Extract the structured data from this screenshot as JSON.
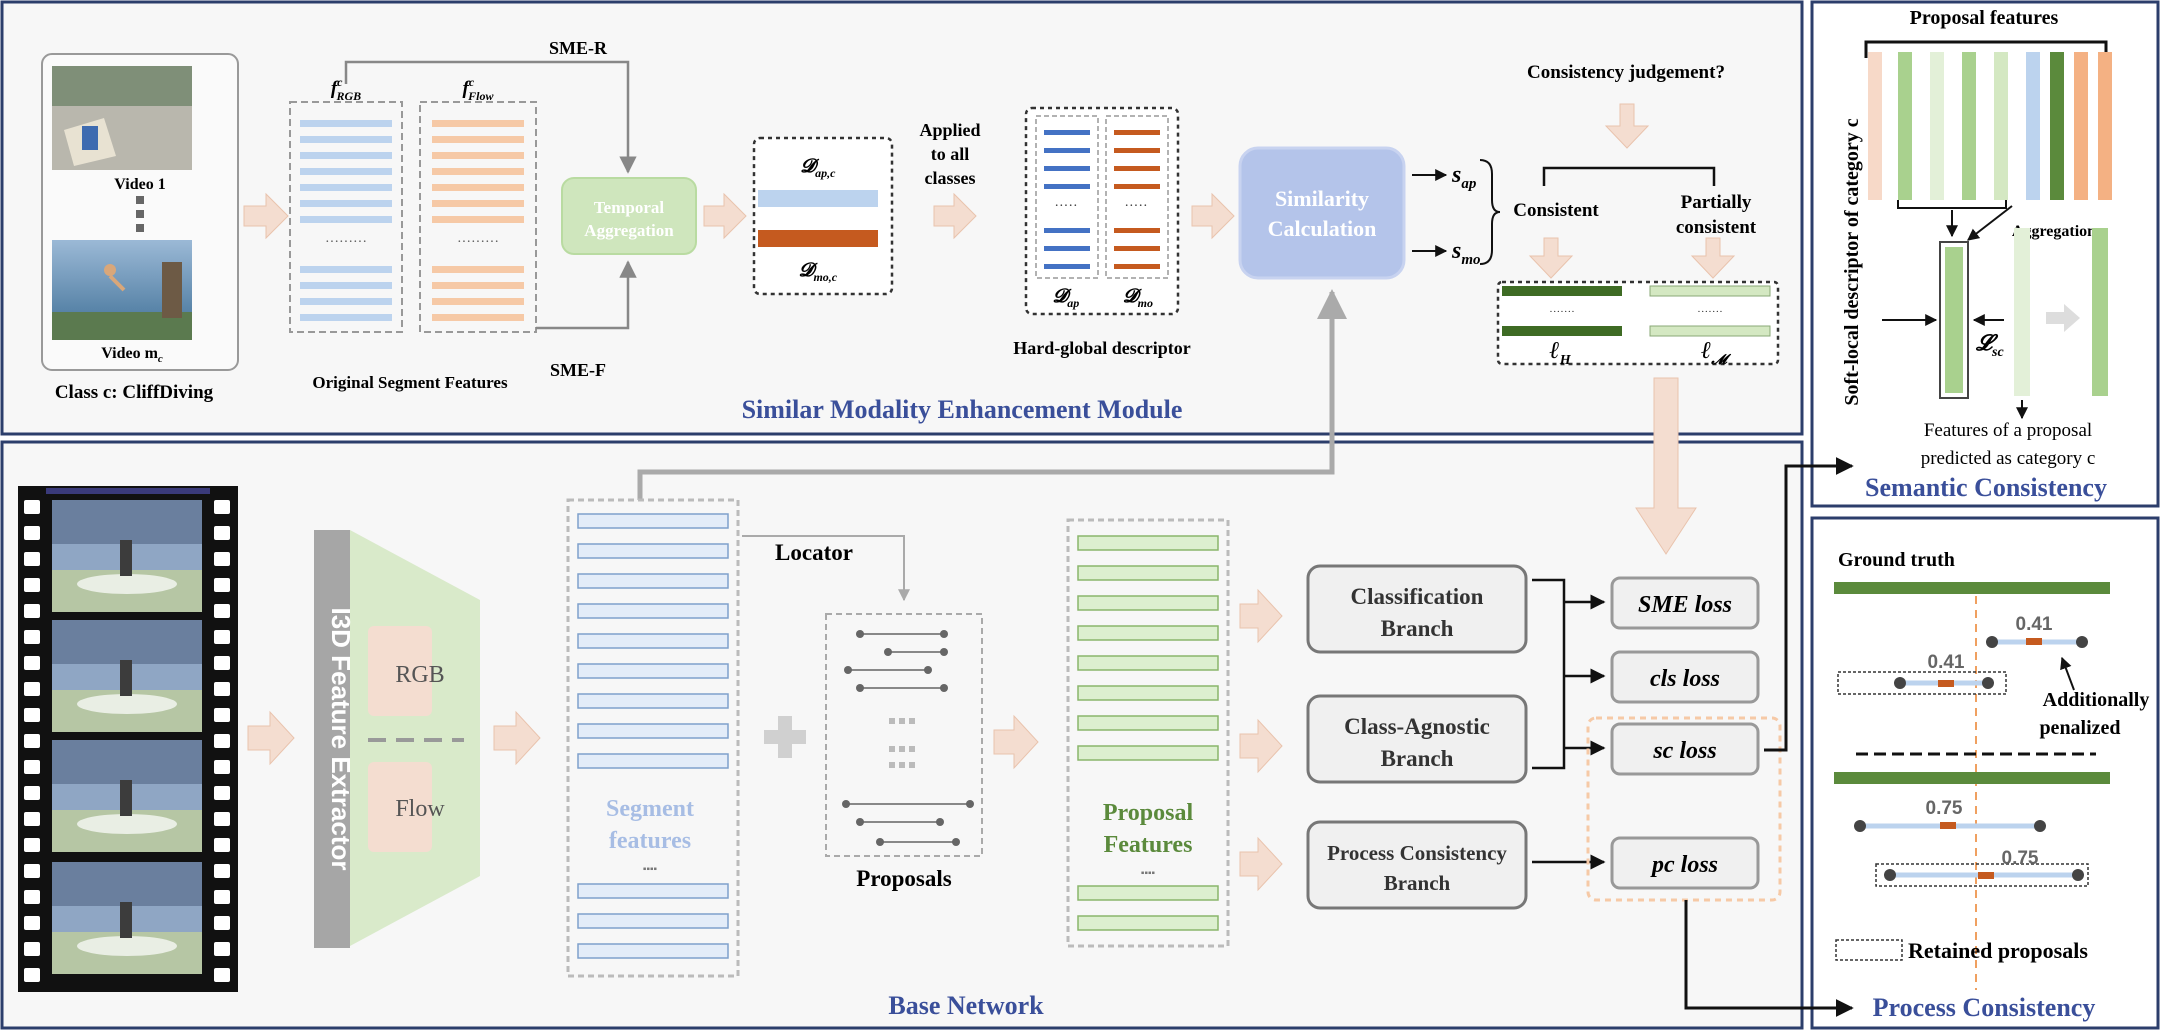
{
  "sme": {
    "title": "Similar Modality Enhancement Module",
    "video1": "Video 1",
    "videom": "Video m",
    "videom_sub": "c",
    "class_label": "Class c: CliffDiving",
    "f_rgb": "f",
    "f_rgb_sup": "c",
    "f_rgb_sub": "RGB",
    "f_flow": "f",
    "f_flow_sup": "c",
    "f_flow_sub": "Flow",
    "dots": "·········",
    "orig_features": "Original Segment Features",
    "sme_r": "SME-R",
    "sme_f": "SME-F",
    "temporal_aggregation_1": "Temporal",
    "temporal_aggregation_2": "Aggregation",
    "d_ap_c": "𝓓",
    "d_ap_c_sub": "ap,c",
    "d_mo_c": "𝓓",
    "d_mo_c_sub": "mo,c",
    "applied_1": "Applied",
    "applied_2": "to all",
    "applied_3": "classes",
    "d_ap": "𝓓",
    "d_ap_sub": "ap",
    "d_mo": "𝓓",
    "d_mo_sub": "mo",
    "short_dots": "·····",
    "hard_global": "Hard-global descriptor",
    "similarity_1": "Similarity",
    "similarity_2": "Calculation",
    "s_ap": "s",
    "s_ap_sub": "ap",
    "s_mo": "s",
    "s_mo_sub": "mo",
    "consistency_q": "Consistency judgement?",
    "consistent": "Consistent",
    "partially_1": "Partially",
    "partially_2": "consistent",
    "l_h": "ℓ",
    "l_h_sub": "H",
    "l_m": "ℓ",
    "l_m_sub": "𝓜",
    "tiny_dots": "·······"
  },
  "base": {
    "title": "Base Network",
    "i3d": "I3D Feature Extractor",
    "rgb": "RGB",
    "flow": "Flow",
    "segment_1": "Segment",
    "segment_2": "features",
    "locator": "Locator",
    "proposals": "Proposals",
    "proposal_1": "Proposal",
    "proposal_2": "Features",
    "cls_branch_1": "Classification",
    "cls_branch_2": "Branch",
    "ca_branch_1": "Class-Agnostic",
    "ca_branch_2": "Branch",
    "pc_branch_1": "Process Consistency",
    "pc_branch_2": "Branch",
    "sme_loss": "SME loss",
    "cls_loss": "cls loss",
    "sc_loss": "sc loss",
    "pc_loss": "pc loss",
    "dashes": "▪▪▪▪"
  },
  "semantic": {
    "title": "Semantic Consistency",
    "proposal_features": "Proposal features",
    "soft_local": "Soft-local descriptor of category c",
    "aggregation": "Aggregation",
    "l_sc": "𝓛",
    "l_sc_sub": "sc",
    "features_1": "Features of a proposal",
    "features_2": "predicted as category c"
  },
  "process": {
    "title": "Process Consistency",
    "ground_truth": "Ground truth",
    "v041a": "0.41",
    "v041b": "0.41",
    "v075a": "0.75",
    "v075b": "0.75",
    "add_1": "Additionally",
    "add_2": "penalized",
    "retained": "Retained proposals"
  },
  "colors": {
    "panel_border": "#2c3e6b",
    "title_blue": "#3a4f9a",
    "arrow_fill": "#f4ddd0",
    "rgb_bar": "#bcd3ee",
    "flow_bar": "#f6c9a6",
    "green_bar": "#d4e8c2",
    "dark_green": "#5b8a3c",
    "blue_bar": "#4472c4",
    "orange_bar": "#c55a1f",
    "similarity_box": "#b4c4ea",
    "temporal_box": "#cfe6bd"
  }
}
